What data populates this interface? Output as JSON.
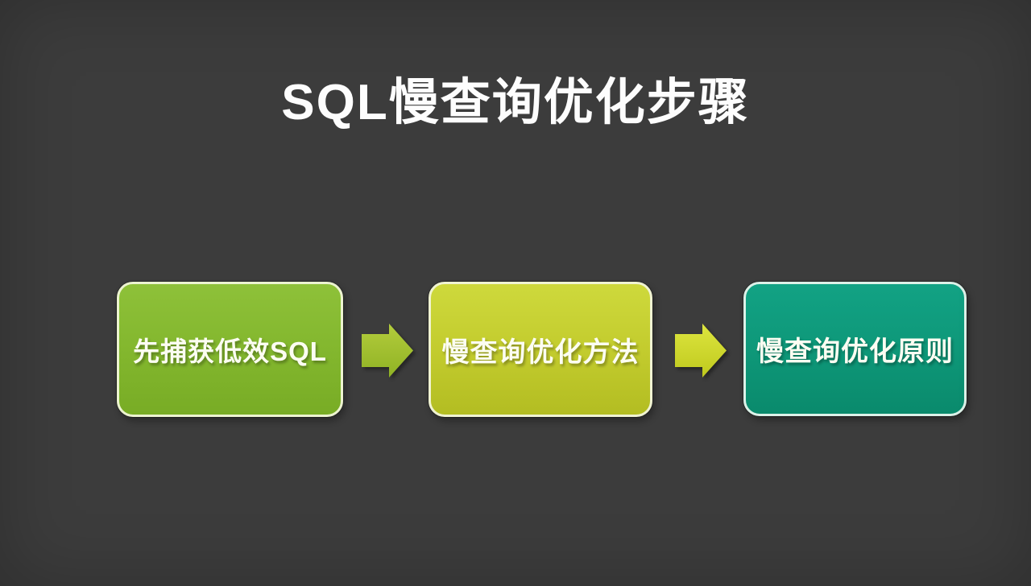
{
  "title": "SQL慢查询优化步骤",
  "diagram": {
    "type": "flowchart",
    "direction": "left-to-right",
    "steps": [
      {
        "label": "先捕获低效SQL",
        "fill": "#83b72e",
        "border": "#ecf3d0"
      },
      {
        "label": "慢查询优化方法",
        "fill": "#c3cc2e",
        "border": "#f0f3d2"
      },
      {
        "label": "慢查询优化原则",
        "fill": "#0e9879",
        "border": "#dcf1e8"
      }
    ],
    "connectors": [
      {
        "name": "arrow-1",
        "shape": "right-block-arrow",
        "fill": "#a2c02e"
      },
      {
        "name": "arrow-2",
        "shape": "right-block-arrow",
        "fill": "#ced633"
      }
    ]
  },
  "colors": {
    "background": "#3c3c3c",
    "title_text": "#fdfdfd",
    "step_text": "#fcfdf2"
  }
}
